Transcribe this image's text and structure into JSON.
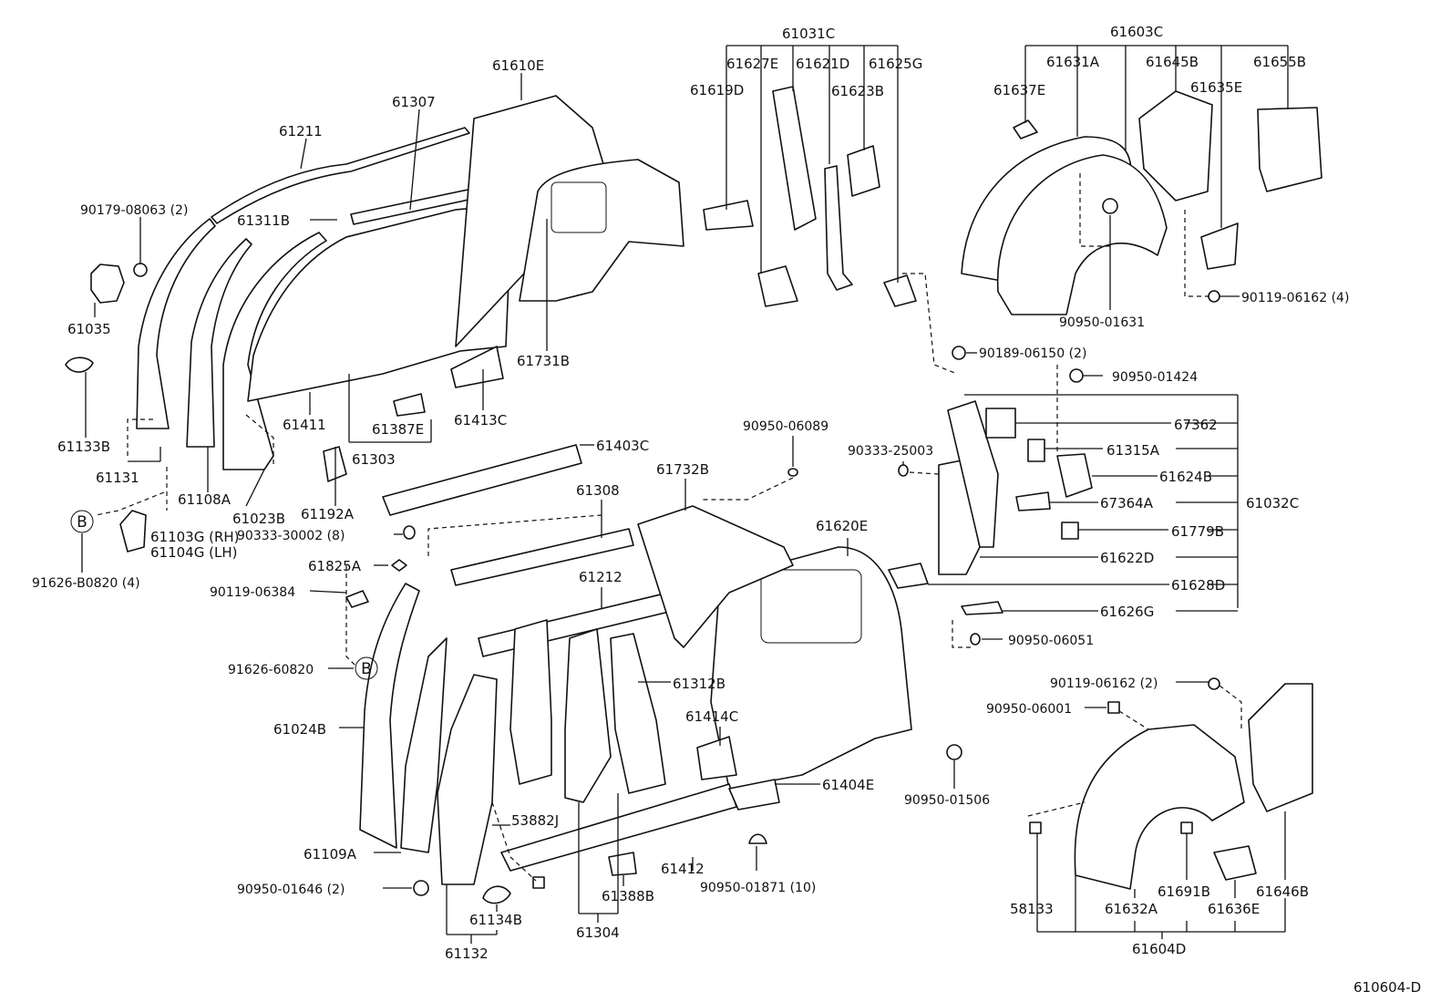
{
  "diagram_code": "610604-D",
  "callout_letter": "B",
  "labels": {
    "l61211": "61211",
    "l61307": "61307",
    "l61610E": "61610E",
    "l90179": "90179-08063 (2)",
    "l61311B": "61311B",
    "l61035": "61035",
    "l61133B": "61133B",
    "l61131": "61131",
    "l61108A": "61108A",
    "l61023B": "61023B",
    "l61411": "61411",
    "l61387E": "61387E",
    "l61303": "61303",
    "l61413C": "61413C",
    "l61731B": "61731B",
    "l61192A": "61192A",
    "l61103G": "61103G (RH)",
    "l61104G": "61104G (LH)",
    "l91626B": "91626-B0820 (4)",
    "l61031C": "61031C",
    "l61627E": "61627E",
    "l61621D": "61621D",
    "l61625G": "61625G",
    "l61619D": "61619D",
    "l61623B": "61623B",
    "l61603C": "61603C",
    "l61631A": "61631A",
    "l61645B": "61645B",
    "l61655B": "61655B",
    "l61637E": "61637E",
    "l61635E": "61635E",
    "l90950_01631": "90950-01631",
    "l90119_06162a": "90119-06162 (4)",
    "l90189": "90189-06150 (2)",
    "l90950_01424": "90950-01424",
    "l67362": "67362",
    "l61315A": "61315A",
    "l61624B": "61624B",
    "l67364A": "67364A",
    "l61032C": "61032C",
    "l61779B": "61779B",
    "l61622D": "61622D",
    "l61628D": "61628D",
    "l61626G": "61626G",
    "l90950_06051": "90950-06051",
    "l90950_06089": "90950-06089",
    "l90333_25003": "90333-25003",
    "l61403C": "61403C",
    "l61732B": "61732B",
    "l61308": "61308",
    "l61620E": "61620E",
    "l90333_30002": "90333-30002 (8)",
    "l61825A": "61825A",
    "l90119_06384": "90119-06384",
    "l61212": "61212",
    "l91626_60820": "91626-60820",
    "l61312B": "61312B",
    "l61024B": "61024B",
    "l61414C": "61414C",
    "l61404E": "61404E",
    "l90950_01506": "90950-01506",
    "l53882J": "53882J",
    "l61109A": "61109A",
    "l90950_01646": "90950-01646 (2)",
    "l61134B": "61134B",
    "l61388B": "61388B",
    "l61412": "61412",
    "l90950_01871": "90950-01871 (10)",
    "l61304": "61304",
    "l61132": "61132",
    "l90119_06162b": "90119-06162 (2)",
    "l90950_06001": "90950-06001",
    "l58133": "58133",
    "l61632A": "61632A",
    "l61691B": "61691B",
    "l61636E": "61636E",
    "l61646B": "61646B",
    "l61604D": "61604D"
  }
}
